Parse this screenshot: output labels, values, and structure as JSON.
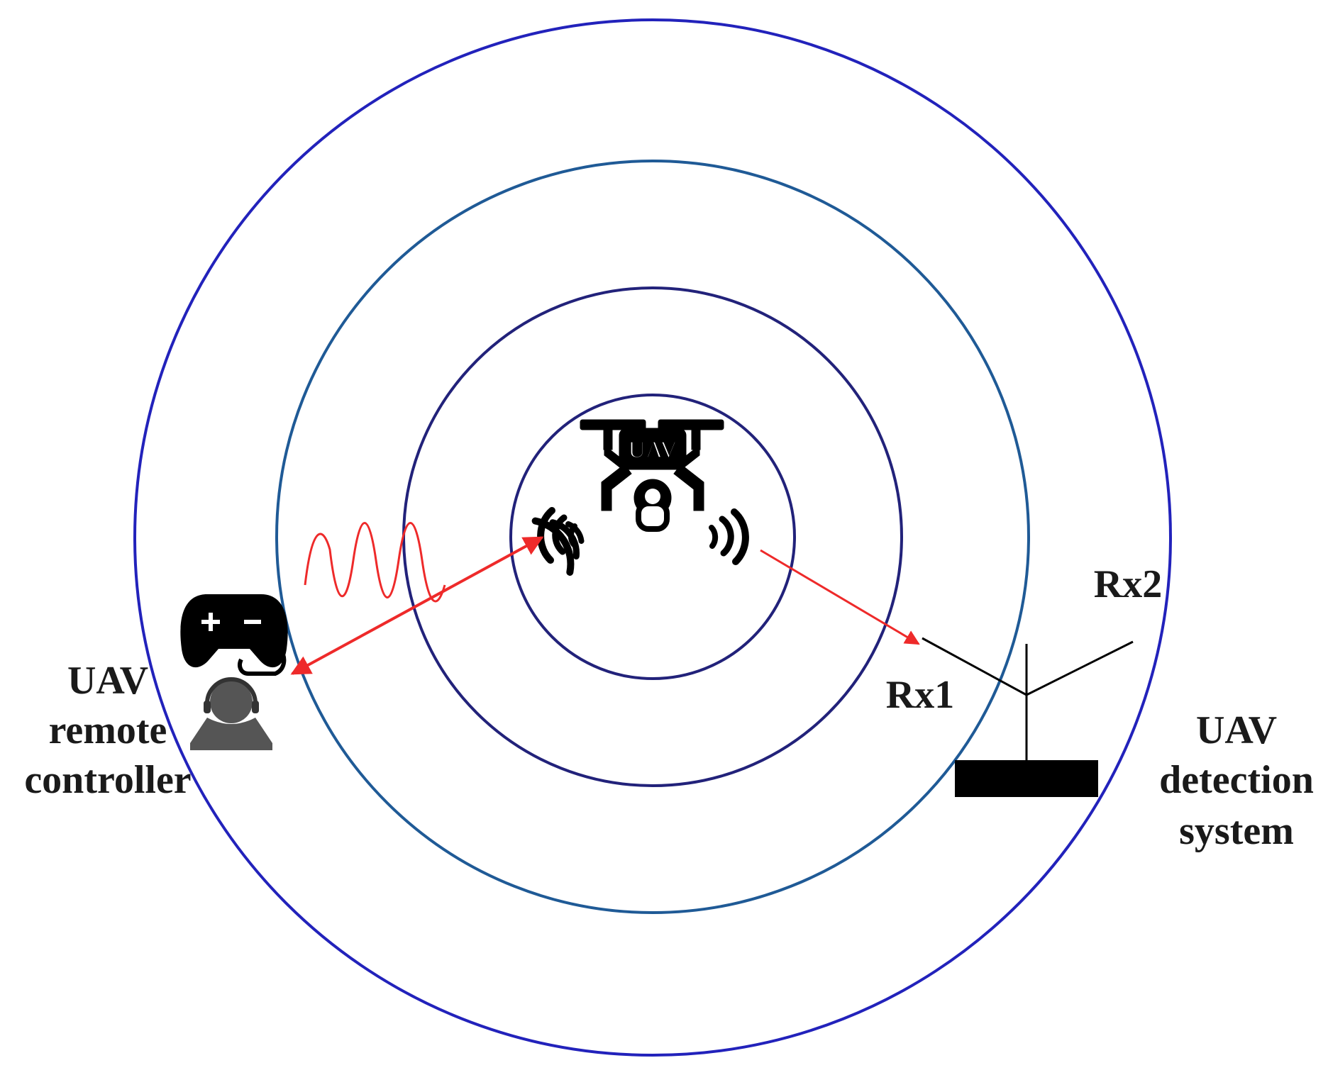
{
  "diagram": {
    "drone_label": "UAV",
    "remote_controller_label": [
      "UAV",
      "remote",
      "controller"
    ],
    "detection_system_label": [
      "UAV",
      "detection",
      "system"
    ],
    "rx1_label": "Rx1",
    "rx2_label": "Rx2"
  },
  "colors": {
    "ring_outer": "#2222bb",
    "ring_middle": "#1f5a96",
    "ring_inner": "#22227a",
    "signal": "#ee2a2a",
    "icon": "#000000",
    "operator": "#555555"
  },
  "icons": [
    "drone-icon",
    "gamepad-icon",
    "operator-icon",
    "radio-waves-icon",
    "antenna-icon"
  ]
}
